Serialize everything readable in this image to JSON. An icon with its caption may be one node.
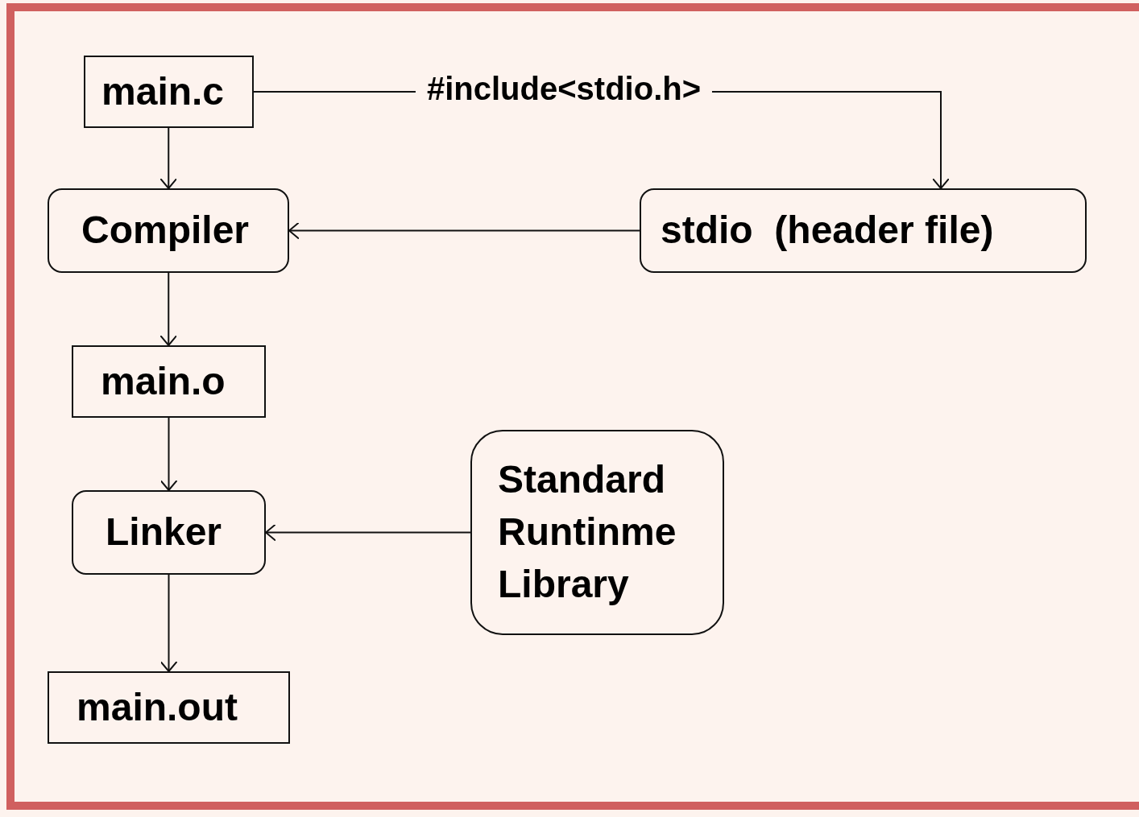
{
  "diagram": {
    "nodes": [
      {
        "text": [
          "main.c"
        ]
      },
      {
        "text": [
          "Compiler"
        ]
      },
      {
        "text": [
          "stdio  (header file)"
        ]
      },
      {
        "text": [
          "main.o"
        ]
      },
      {
        "text": [
          "Linker"
        ]
      },
      {
        "text": [
          "Standard Runtinme Library"
        ]
      },
      {
        "text": [
          "main.out"
        ]
      }
    ],
    "edges": [
      {
        "from": 0,
        "to": 1,
        "arrow": "to"
      },
      {
        "from": 0,
        "to": 2,
        "arrow": "to",
        "label": "#include<stdio.h>"
      },
      {
        "from": 2,
        "to": 1,
        "arrow": "to"
      },
      {
        "from": 1,
        "to": 3,
        "arrow": "to"
      },
      {
        "from": 3,
        "to": 4,
        "arrow": "to"
      },
      {
        "from": 5,
        "to": 4,
        "arrow": "to"
      },
      {
        "from": 4,
        "to": 6,
        "arrow": "to"
      }
    ]
  }
}
